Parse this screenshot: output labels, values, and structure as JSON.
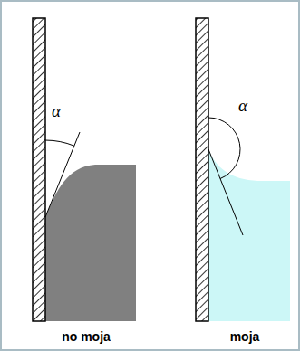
{
  "diagram": {
    "labels": [
      "α",
      "α",
      "no moja",
      "moja"
    ]
  }
}
